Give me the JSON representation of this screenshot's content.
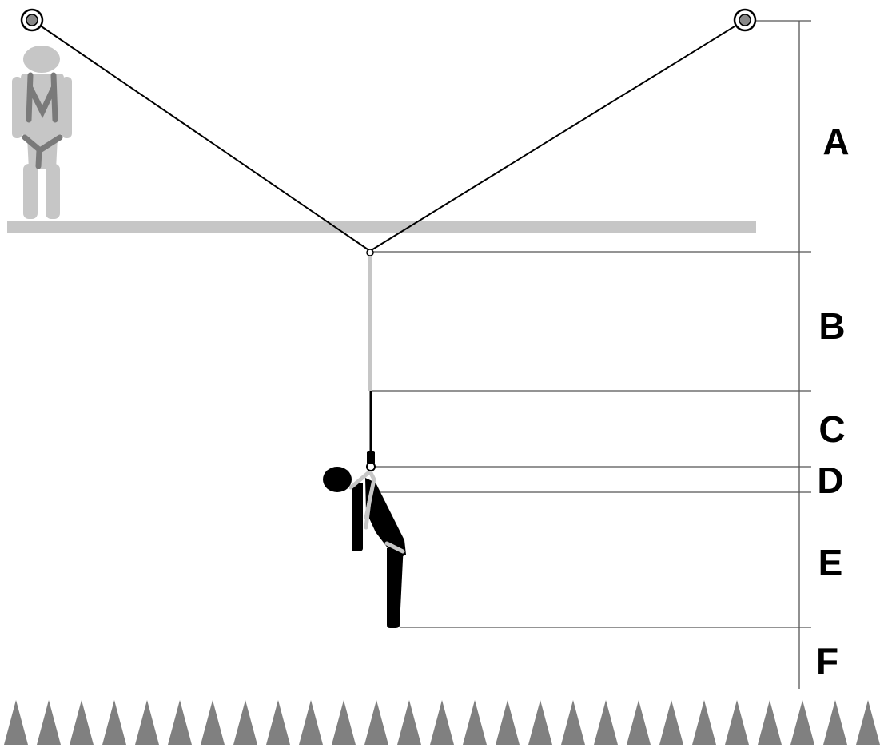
{
  "labels": {
    "a": "A",
    "b": "B",
    "c": "C",
    "d": "D",
    "e": "E",
    "f": "F"
  },
  "colors": {
    "background": "#ffffff",
    "line": "#000000",
    "guide_line": "#555555",
    "platform": "#c6c6c6",
    "standing_worker": "#c6c6c6",
    "harness_straps": "#7a7a7a",
    "anchor_ring": "#888888",
    "lanyard": "#c6c6c6",
    "fallen_worker": "#000000",
    "ground_hazard": "#808080"
  },
  "icons": {
    "left_anchor": "anchor-point-icon",
    "right_anchor": "anchor-point-icon",
    "standing_worker": "worker-with-harness-icon",
    "fallen_worker": "suspended-worker-icon",
    "ground": "spike-hazard-icon"
  }
}
